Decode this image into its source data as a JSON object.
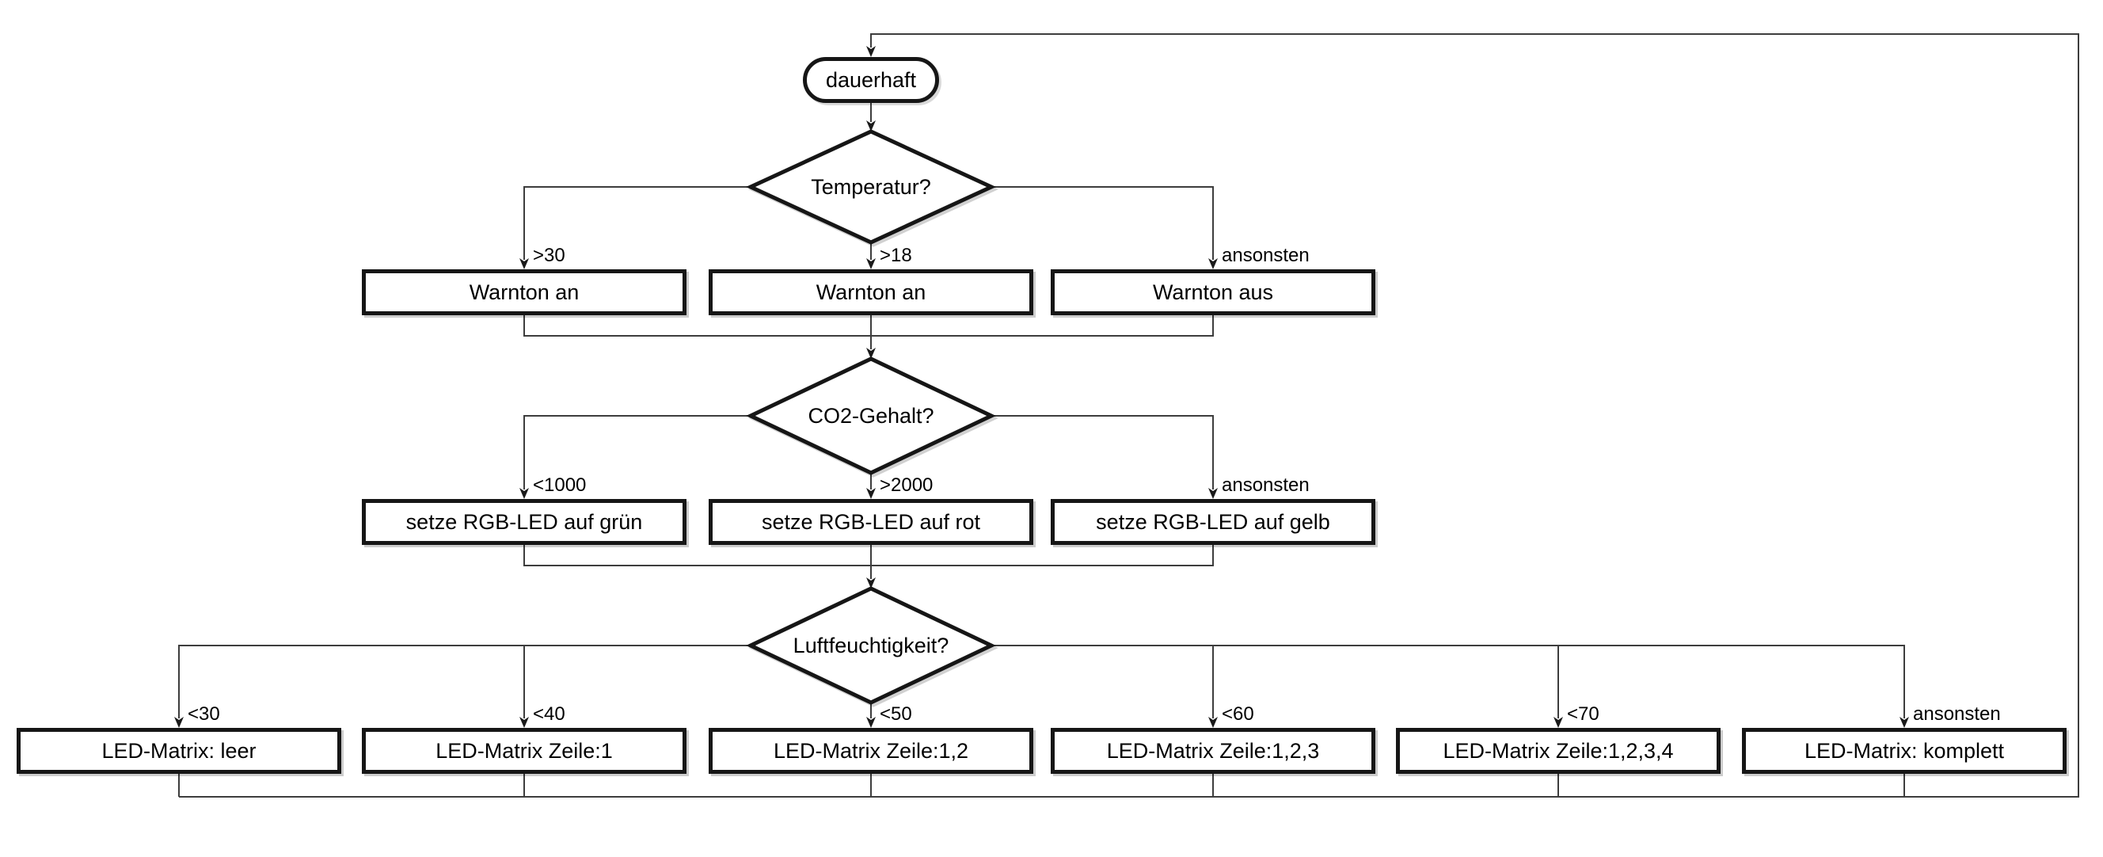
{
  "flowchart": {
    "start": {
      "label": "dauerhaft"
    },
    "sections": [
      {
        "decision": "Temperatur?",
        "branches": [
          {
            "condition": ">30",
            "action": "Warnton an"
          },
          {
            "condition": ">18",
            "action": "Warnton an"
          },
          {
            "condition": "ansonsten",
            "action": "Warnton aus"
          }
        ]
      },
      {
        "decision": "CO2-Gehalt?",
        "branches": [
          {
            "condition": "<1000",
            "action": "setze RGB-LED auf grün"
          },
          {
            "condition": ">2000",
            "action": "setze RGB-LED auf rot"
          },
          {
            "condition": "ansonsten",
            "action": "setze RGB-LED auf gelb"
          }
        ]
      },
      {
        "decision": "Luftfeuchtigkeit?",
        "branches": [
          {
            "condition": "<30",
            "action": "LED-Matrix: leer"
          },
          {
            "condition": "<40",
            "action": "LED-Matrix Zeile:1"
          },
          {
            "condition": "<50",
            "action": "LED-Matrix Zeile:1,2"
          },
          {
            "condition": "<60",
            "action": "LED-Matrix Zeile:1,2,3"
          },
          {
            "condition": "<70",
            "action": "LED-Matrix Zeile:1,2,3,4"
          },
          {
            "condition": "ansonsten",
            "action": "LED-Matrix: komplett"
          }
        ]
      }
    ],
    "colors": {
      "background": "#ffffff",
      "connector": "#3d3d3d",
      "node_border": "#161616",
      "text": "#000000"
    }
  }
}
